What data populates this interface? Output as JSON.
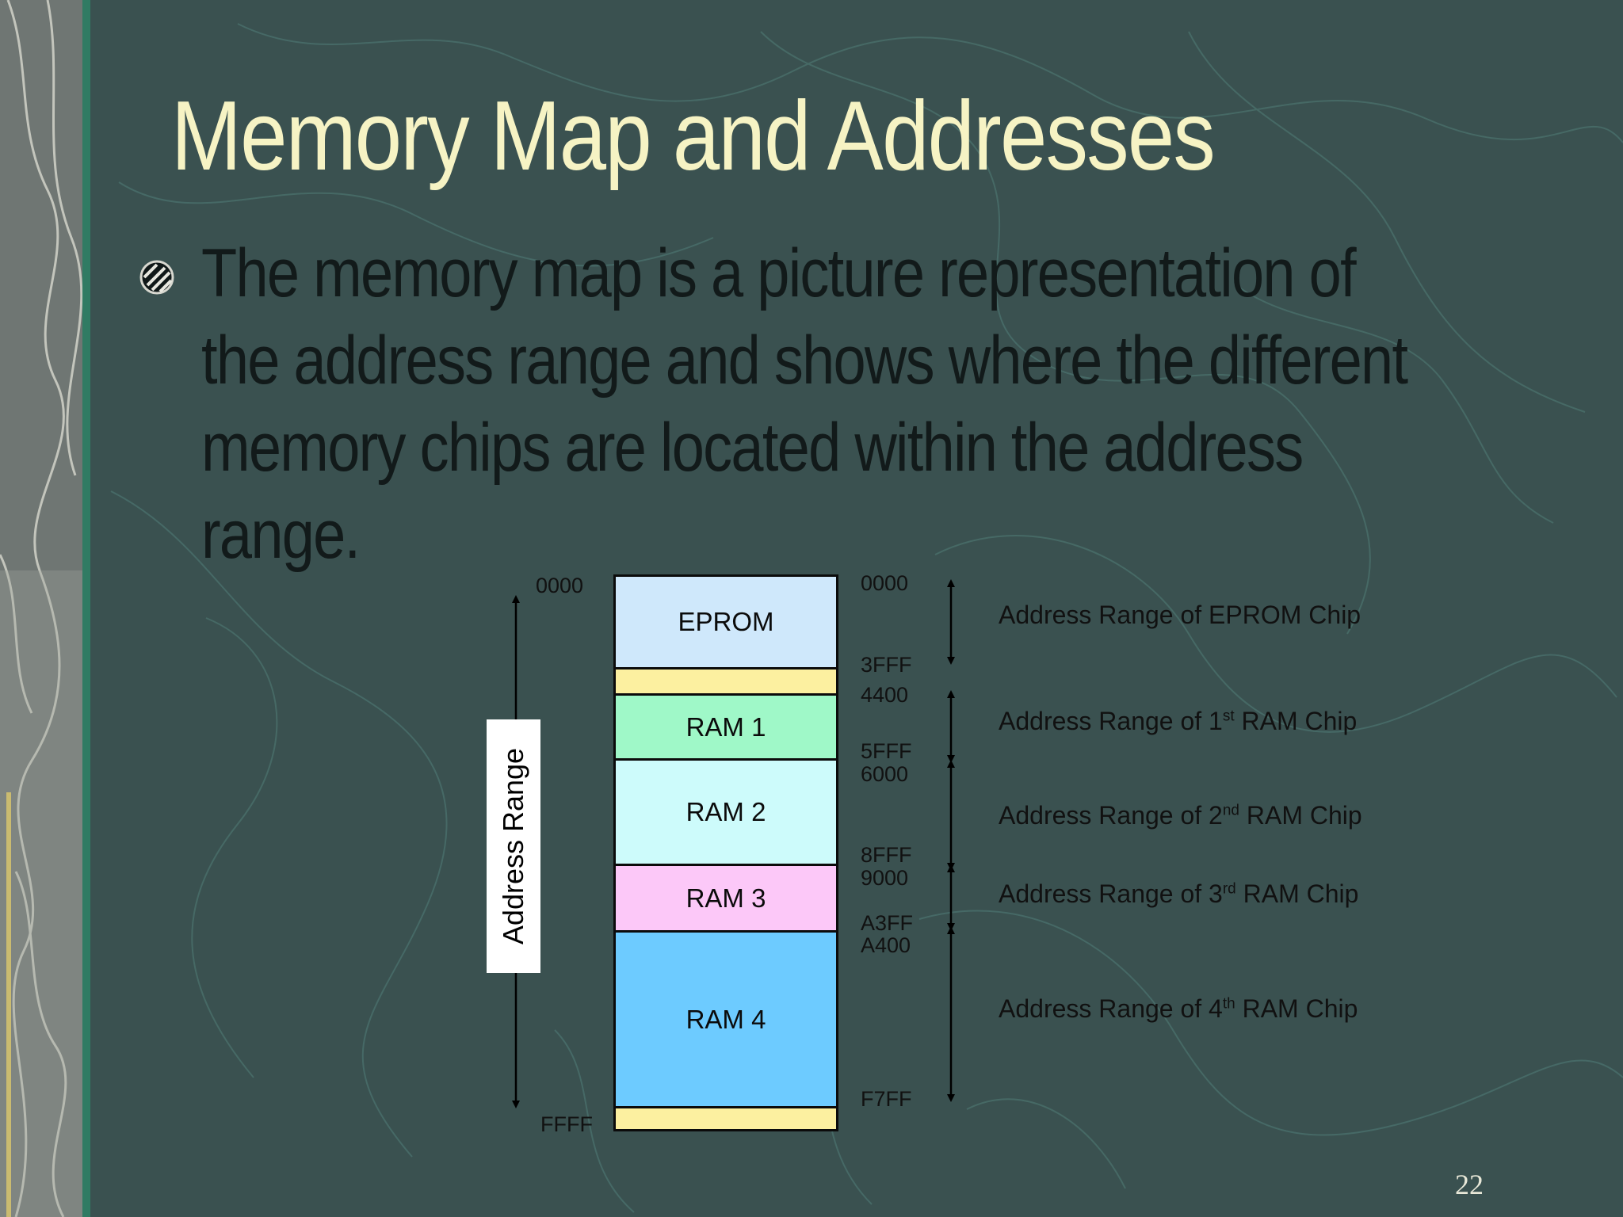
{
  "slide": {
    "title": "Memory Map and Addresses",
    "bullet_lines": [
      "The memory map is a picture representation of",
      "the address range and shows where the different",
      "memory chips are located within the address",
      "range."
    ],
    "page_number": "22"
  },
  "diagram": {
    "axis_label": "Address Range",
    "axis_top": "0000",
    "axis_bottom": "FFFF",
    "blocks": [
      {
        "label": "EPROM",
        "color": "#cfe8fb"
      },
      {
        "label": "",
        "color": "#fcf0a0"
      },
      {
        "label": "RAM 1",
        "color": "#9ff8c8"
      },
      {
        "label": "RAM 2",
        "color": "#cdfbfb"
      },
      {
        "label": "RAM 3",
        "color": "#fcc8f8"
      },
      {
        "label": "RAM 4",
        "color": "#6dcbff"
      },
      {
        "label": "",
        "color": "#fcf0a0"
      }
    ],
    "addresses": [
      "0000",
      "3FFF",
      "4400",
      "5FFF",
      "6000",
      "8FFF",
      "9000",
      "A3FF",
      "A400",
      "F7FF"
    ],
    "descriptions": [
      {
        "prefix": "Address Range of EPROM Chip",
        "sup": "",
        "suffix": ""
      },
      {
        "prefix": "Address Range of 1",
        "sup": "st",
        "suffix": " RAM Chip"
      },
      {
        "prefix": "Address Range of 2",
        "sup": "nd",
        "suffix": " RAM Chip"
      },
      {
        "prefix": "Address Range of 3",
        "sup": "rd",
        "suffix": " RAM Chip"
      },
      {
        "prefix": "Address Range of 4",
        "sup": "th",
        "suffix": " RAM Chip"
      }
    ]
  },
  "colors": {
    "background": "#3a5150",
    "title": "#f6f3c4",
    "body_text": "#121a1a"
  }
}
